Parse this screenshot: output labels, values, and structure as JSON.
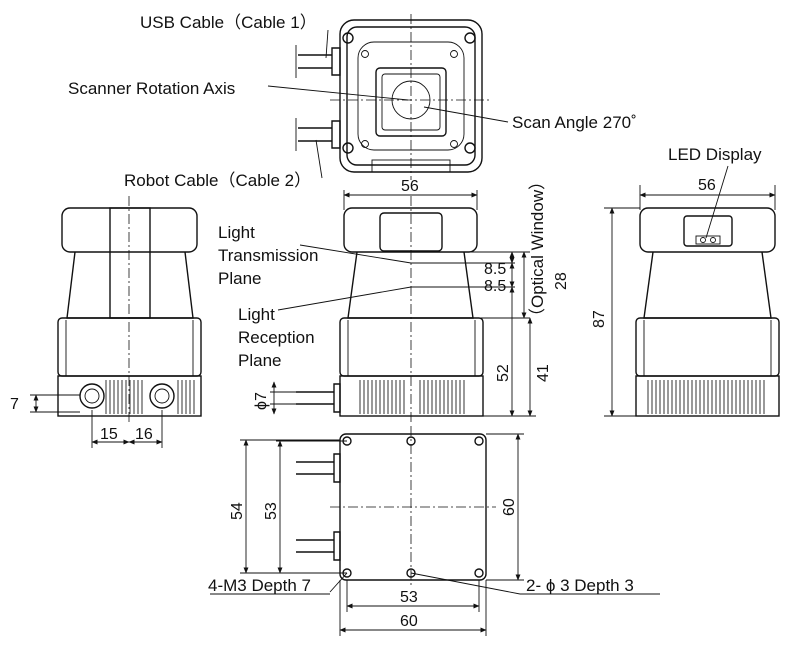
{
  "labels": {
    "usb_cable": "USB Cable（Cable 1）",
    "rotation_axis": "Scanner Rotation Axis",
    "scan_angle": "Scan Angle 270˚",
    "robot_cable": "Robot Cable（Cable 2）",
    "led_display": "LED Display",
    "light_transmission_1": "Light",
    "light_transmission_2": "Transmission",
    "light_transmission_3": "Plane",
    "light_reception_1": "Light",
    "light_reception_2": "Reception",
    "light_reception_3": "Plane",
    "optical_window": "（Optical Window）",
    "mount_holes": "4-M3 Depth 7",
    "pin_holes": "2- ϕ 3 Depth 3"
  },
  "dimensions": {
    "front_width": "56",
    "side_width": "56",
    "side_height": "87",
    "trans_offset": "8.5",
    "recv_offset": "8.5",
    "window_height": "28",
    "body_52": "52",
    "body_41": "41",
    "cable_dia": "ϕ7",
    "connector_height": "7",
    "conn_spacing_left": "15",
    "conn_spacing_right": "16",
    "bottom_54": "54",
    "bottom_53_v": "53",
    "bottom_60_v": "60",
    "bottom_53_h": "53",
    "bottom_60_h": "60"
  }
}
